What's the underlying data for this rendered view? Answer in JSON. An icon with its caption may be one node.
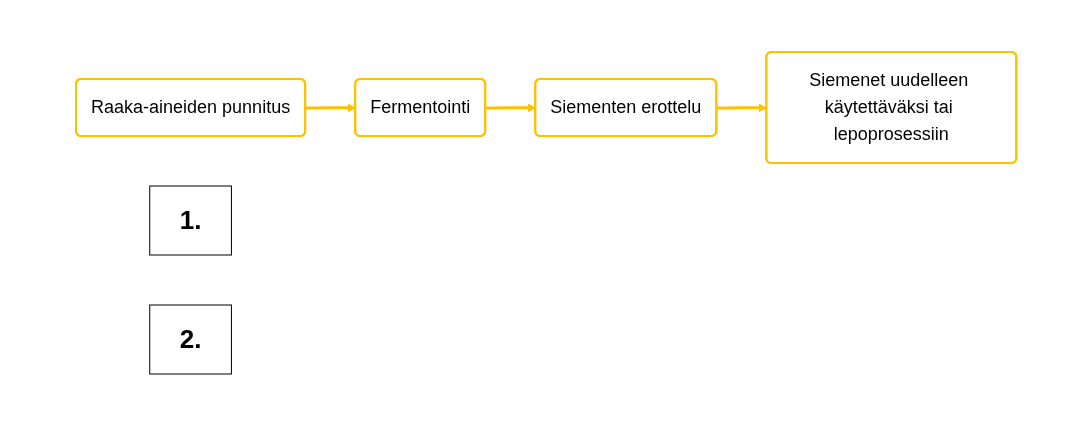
{
  "diagram": {
    "nodes": [
      {
        "text": [
          "Raaka-aineiden punnitus"
        ]
      },
      {
        "text": [
          "Fermentointi"
        ]
      },
      {
        "text": [
          "Siementen erottelu"
        ]
      },
      {
        "text": [
          "Siemenet uudelleen käytettäväksi tai lepoprosessiin"
        ]
      },
      {
        "text": [
          "1."
        ]
      },
      {
        "text": [
          "2."
        ]
      }
    ],
    "edges": [
      {
        "from": 0,
        "to": 1,
        "arrow": "to"
      },
      {
        "from": 1,
        "to": 2,
        "arrow": "to"
      },
      {
        "from": 2,
        "to": 3,
        "arrow": "to"
      }
    ]
  }
}
